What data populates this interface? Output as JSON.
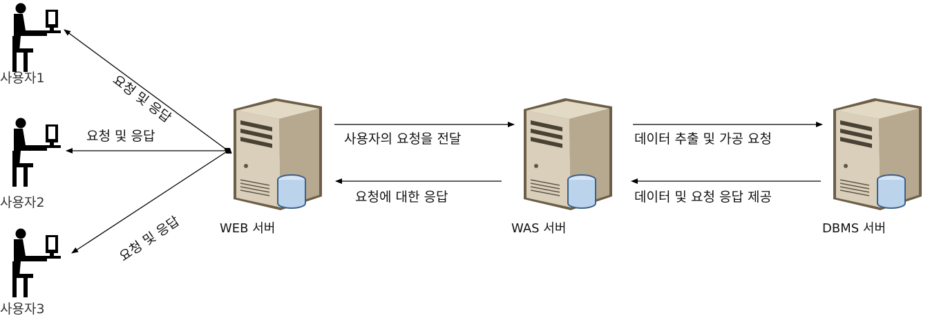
{
  "users": [
    {
      "label": "사용자1"
    },
    {
      "label": "사용자2"
    },
    {
      "label": "사용자3"
    }
  ],
  "servers": {
    "web": {
      "label": "WEB 서버"
    },
    "was": {
      "label": "WAS 서버"
    },
    "db": {
      "label": "DBMS 서버"
    }
  },
  "flows": {
    "user1": "요청 및 응답",
    "user2": "요청 및 응답",
    "user3": "요청 및 응답",
    "web_to_was": "사용자의 요청을 전달",
    "was_to_web": "요청에 대한 응답",
    "was_to_db": "데이터 추출 및 가공 요청",
    "db_to_was": "데이터 및 요청 응답 제공"
  }
}
